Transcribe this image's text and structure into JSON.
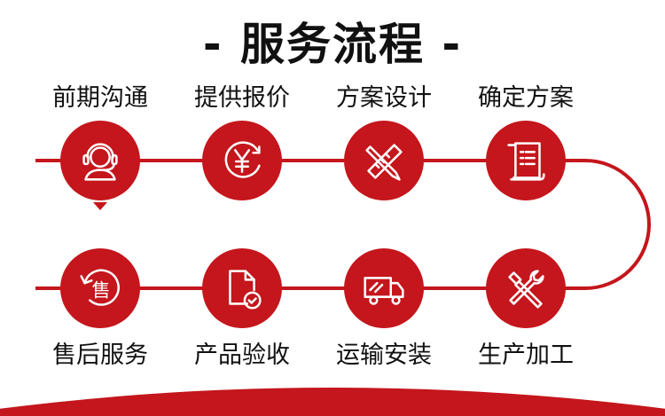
{
  "title": "- 服务流程 -",
  "theme": {
    "accent": "#c4161c",
    "text": "#111111"
  },
  "steps": [
    {
      "label": "前期沟通",
      "icon": "headset-agent-icon"
    },
    {
      "label": "提供报价",
      "icon": "yen-circle-icon"
    },
    {
      "label": "方案设计",
      "icon": "ruler-pencil-icon"
    },
    {
      "label": "确定方案",
      "icon": "document-scroll-icon"
    },
    {
      "label": "生产加工",
      "icon": "wrench-hammer-icon"
    },
    {
      "label": "运输安装",
      "icon": "delivery-truck-icon"
    },
    {
      "label": "产品验收",
      "icon": "document-check-icon"
    },
    {
      "label": "售后服务",
      "icon": "after-sales-icon"
    }
  ],
  "after_sales_glyph": "售"
}
